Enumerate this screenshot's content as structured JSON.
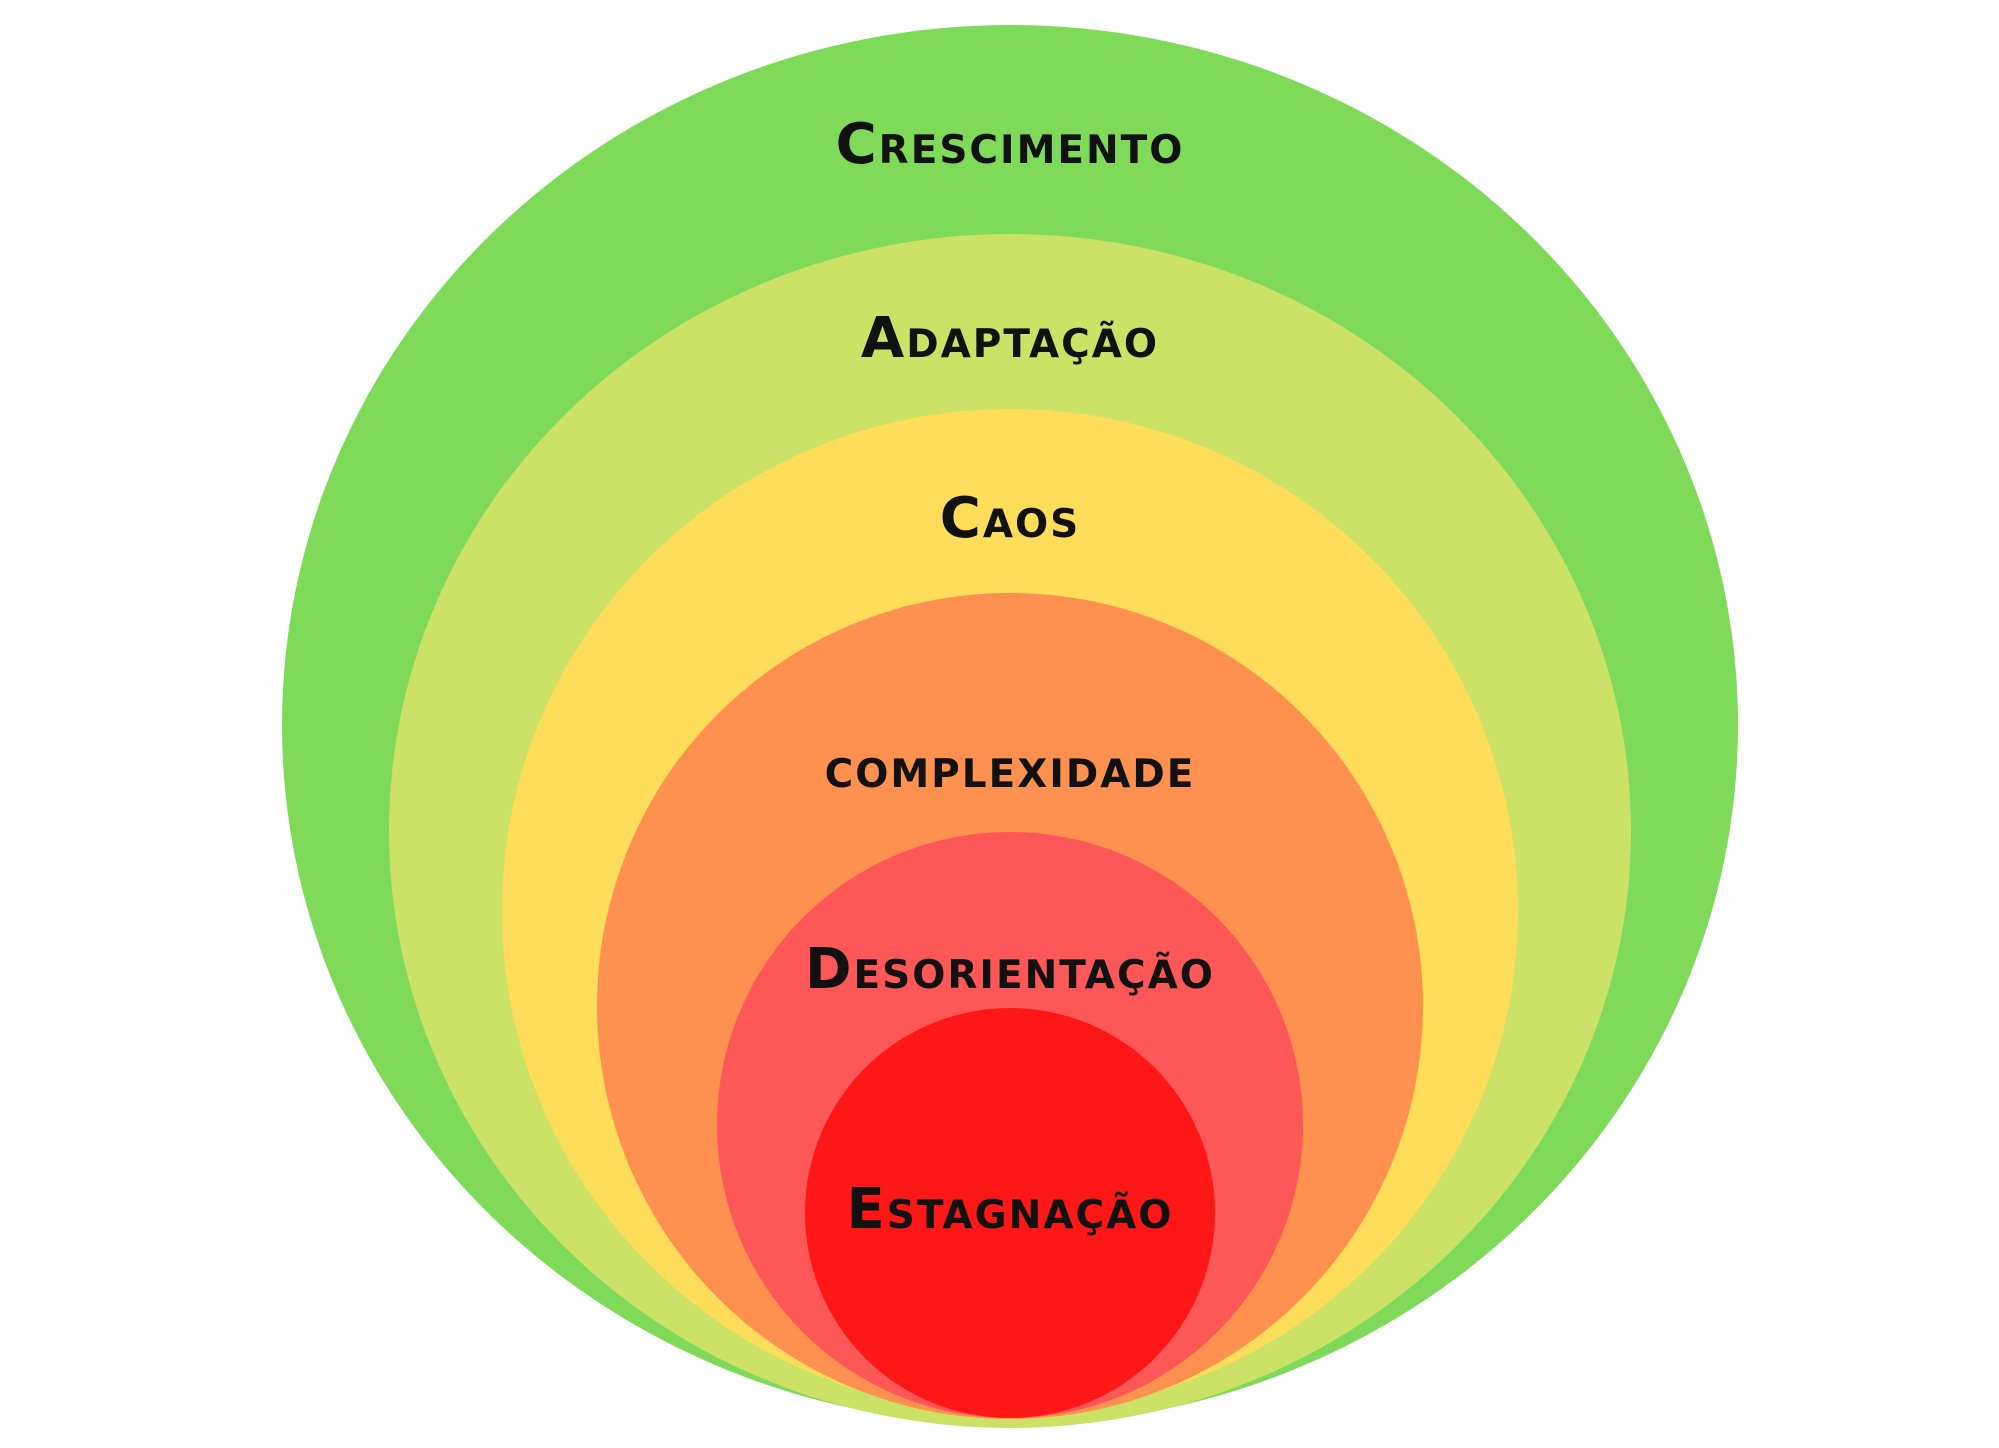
{
  "diagram": {
    "type": "nested-circles",
    "rings": [
      {
        "label": "Crescimento",
        "color": "#80da5a"
      },
      {
        "label": "Adaptação",
        "color": "#cbe267"
      },
      {
        "label": "Caos",
        "color": "#fedd5a"
      },
      {
        "label": "complexidade",
        "color": "#fe9150"
      },
      {
        "label": "Desorientação",
        "color": "#fe5757"
      },
      {
        "label": "Estagnação",
        "color": "#fe1717"
      }
    ]
  }
}
